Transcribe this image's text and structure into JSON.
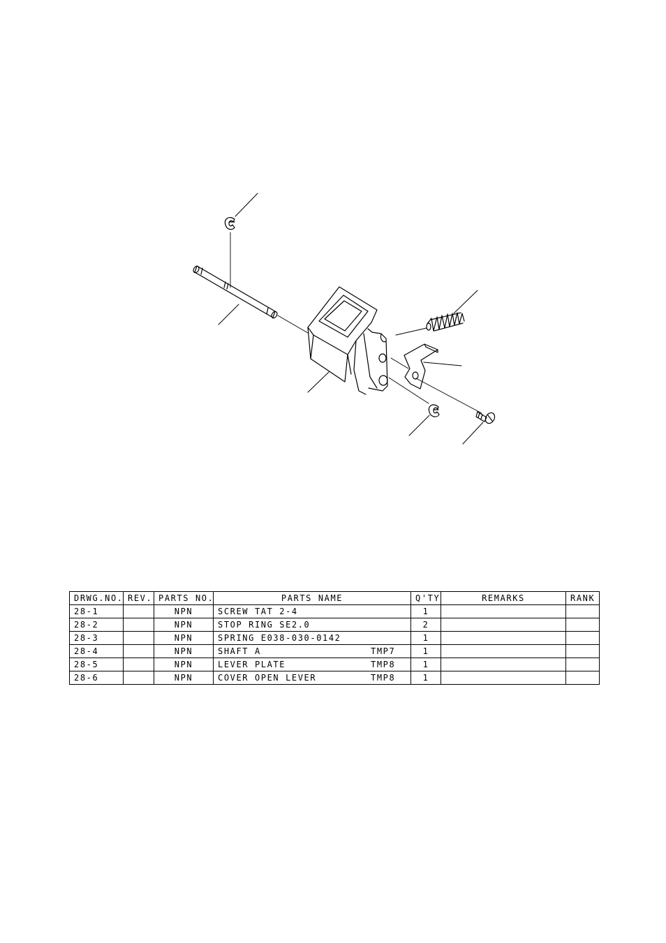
{
  "parts_table": {
    "headers": [
      "DRWG.NO.",
      "REV.",
      "PARTS NO.",
      "PARTS NAME",
      "Q'TY",
      "REMARKS",
      "RANK"
    ],
    "rows": [
      {
        "drwg": "28-1",
        "rev": "",
        "pno": "NPN",
        "name": "SCREW TAT 2-4",
        "model": "",
        "qty": "1",
        "remarks": "",
        "rank": ""
      },
      {
        "drwg": "28-2",
        "rev": "",
        "pno": "NPN",
        "name": "STOP RING SE2.0",
        "model": "",
        "qty": "2",
        "remarks": "",
        "rank": ""
      },
      {
        "drwg": "28-3",
        "rev": "",
        "pno": "NPN",
        "name": "SPRING E038-030-0142",
        "model": "",
        "qty": "1",
        "remarks": "",
        "rank": ""
      },
      {
        "drwg": "28-4",
        "rev": "",
        "pno": "NPN",
        "name": "SHAFT A",
        "model": "TMP7",
        "qty": "1",
        "remarks": "",
        "rank": ""
      },
      {
        "drwg": "28-5",
        "rev": "",
        "pno": "NPN",
        "name": "LEVER PLATE",
        "model": "TMP8",
        "qty": "1",
        "remarks": "",
        "rank": ""
      },
      {
        "drwg": "28-6",
        "rev": "",
        "pno": "NPN",
        "name": "COVER OPEN LEVER",
        "model": "TMP8",
        "qty": "1",
        "remarks": "",
        "rank": ""
      }
    ]
  }
}
